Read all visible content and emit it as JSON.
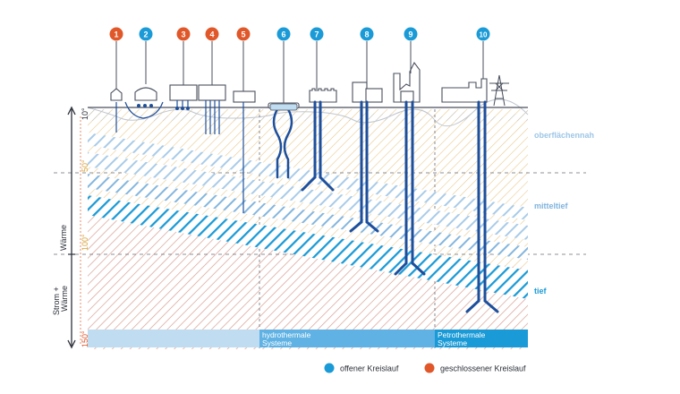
{
  "markers": [
    {
      "num": "1",
      "loop": "closed"
    },
    {
      "num": "2",
      "loop": "open"
    },
    {
      "num": "3",
      "loop": "closed"
    },
    {
      "num": "4",
      "loop": "closed"
    },
    {
      "num": "5",
      "loop": "closed"
    },
    {
      "num": "6",
      "loop": "open"
    },
    {
      "num": "7",
      "loop": "open"
    },
    {
      "num": "8",
      "loop": "open"
    },
    {
      "num": "9",
      "loop": "open"
    },
    {
      "num": "10",
      "loop": "open"
    }
  ],
  "temps": {
    "t10": "10°",
    "t50": "50°",
    "t100": "100°",
    "t150": "150°"
  },
  "axis": {
    "heat": "Wärme",
    "power_heat_1": "Strom +",
    "power_heat_2": "Wärme"
  },
  "zones": {
    "shallow": "oberflächennah",
    "medium": "mitteltief",
    "deep": "tief"
  },
  "systems": {
    "hydro_1": "hydrothermale",
    "hydro_2": "Systeme",
    "petro_1": "Petrothermale",
    "petro_2": "Systeme"
  },
  "legend": {
    "open": "offener Kreislauf",
    "closed": "geschlossener Kreislauf"
  },
  "colors": {
    "open": "#1a9ad6",
    "closed": "#e0572a",
    "pipe": "#1d4f9c",
    "outline": "#4a4f5c",
    "shallow": "#9dc6e6",
    "medium": "#7fb3de",
    "deep": "#1a9ad6",
    "hatch_warm": "#e9c98f",
    "hatch_hot": "#d69ba2"
  }
}
